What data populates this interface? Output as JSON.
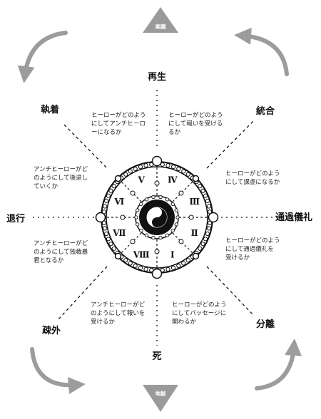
{
  "top_marker": {
    "label": "楽園"
  },
  "bottom_marker": {
    "label": "地獄"
  },
  "directions": {
    "north": "再生",
    "northeast": "統合",
    "east": "通過儀礼",
    "southeast": "分離",
    "south": "死",
    "southwest": "疎外",
    "west": "退行",
    "northwest": "執着"
  },
  "descriptions": {
    "nnw": [
      "ヒーローがどのよう",
      "にしてアンチヒーロ",
      "ーになるか"
    ],
    "nne": [
      "ヒーローがどのよう",
      "にして報いを受ける",
      "るか"
    ],
    "ene": [
      "ヒーローがどのよう",
      "にして課虚になるか"
    ],
    "ese": [
      "ヒーローがどのよう",
      "にして通過儀礼を",
      "受けるか"
    ],
    "sse": [
      "ヒーローがどのよう",
      "にしてバッセージに",
      "関わるか"
    ],
    "ssw": [
      "アンチヒーローがど",
      "のようにして報いを",
      "受けるか"
    ],
    "wsw": [
      "アンチヒーローがど",
      "のようにして独裁暴",
      "君となるか"
    ],
    "wnw": [
      "アンチヒーローがど",
      "のようにして後退し",
      "ていくか"
    ]
  },
  "wheel": {
    "numerals": [
      "Ⅰ",
      "Ⅱ",
      "Ⅲ",
      "Ⅳ",
      "Ⅴ",
      "Ⅵ",
      "Ⅶ",
      "Ⅷ"
    ]
  },
  "colors": {
    "ink": "#111111",
    "marker": "#9a9a9a",
    "arrow": "#9c9c9c",
    "background": "#ffffff"
  },
  "icons": {
    "center": "yin-yang-icon",
    "corner_arrows": "curved-arrow-icon"
  }
}
